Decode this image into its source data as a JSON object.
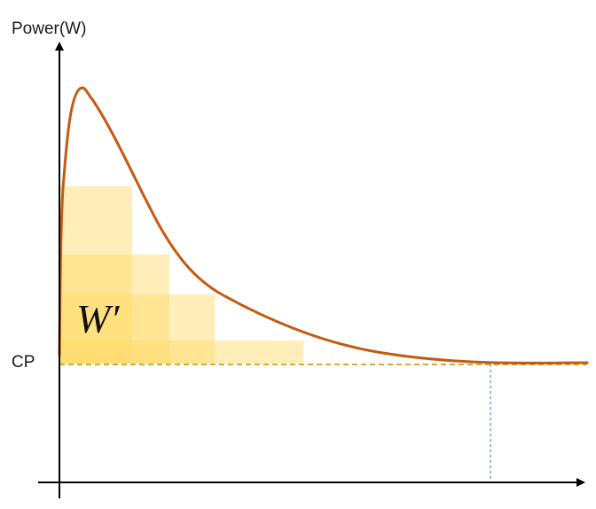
{
  "labels": {
    "y_axis": "Power(W)",
    "cp": "CP",
    "w_prime": "W′"
  },
  "colors": {
    "curve": "#c55a11",
    "cp_line": "#bf9000",
    "guide_line": "#2e75b6",
    "area_fill": "#ffd966",
    "axis": "#000000"
  }
}
